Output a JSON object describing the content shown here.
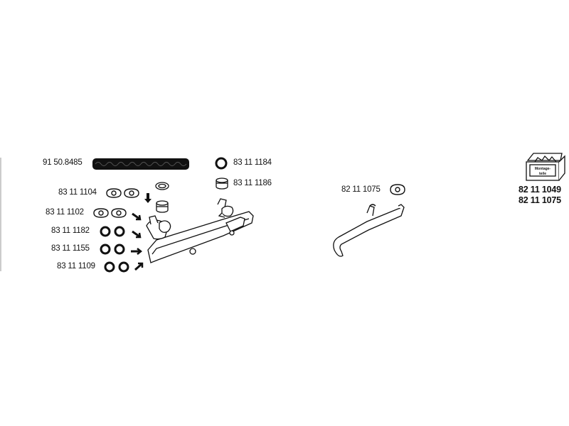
{
  "parts": {
    "hose": "91 50.8485",
    "ring_top": "83 11 1184",
    "clamp_top": "83 11 1186",
    "gasket_a": "83 11 1104",
    "gasket_b": "83 11 1102",
    "ring_a": "83 11 1182",
    "ring_b": "83 11 1155",
    "ring_c": "83 11 1109",
    "mid_gasket": "82 11 1075"
  },
  "kit": {
    "box_text_1": "Montage-",
    "box_text_2": "teile",
    "code_1": "82 11 1049",
    "code_2": "82 11 1075"
  }
}
